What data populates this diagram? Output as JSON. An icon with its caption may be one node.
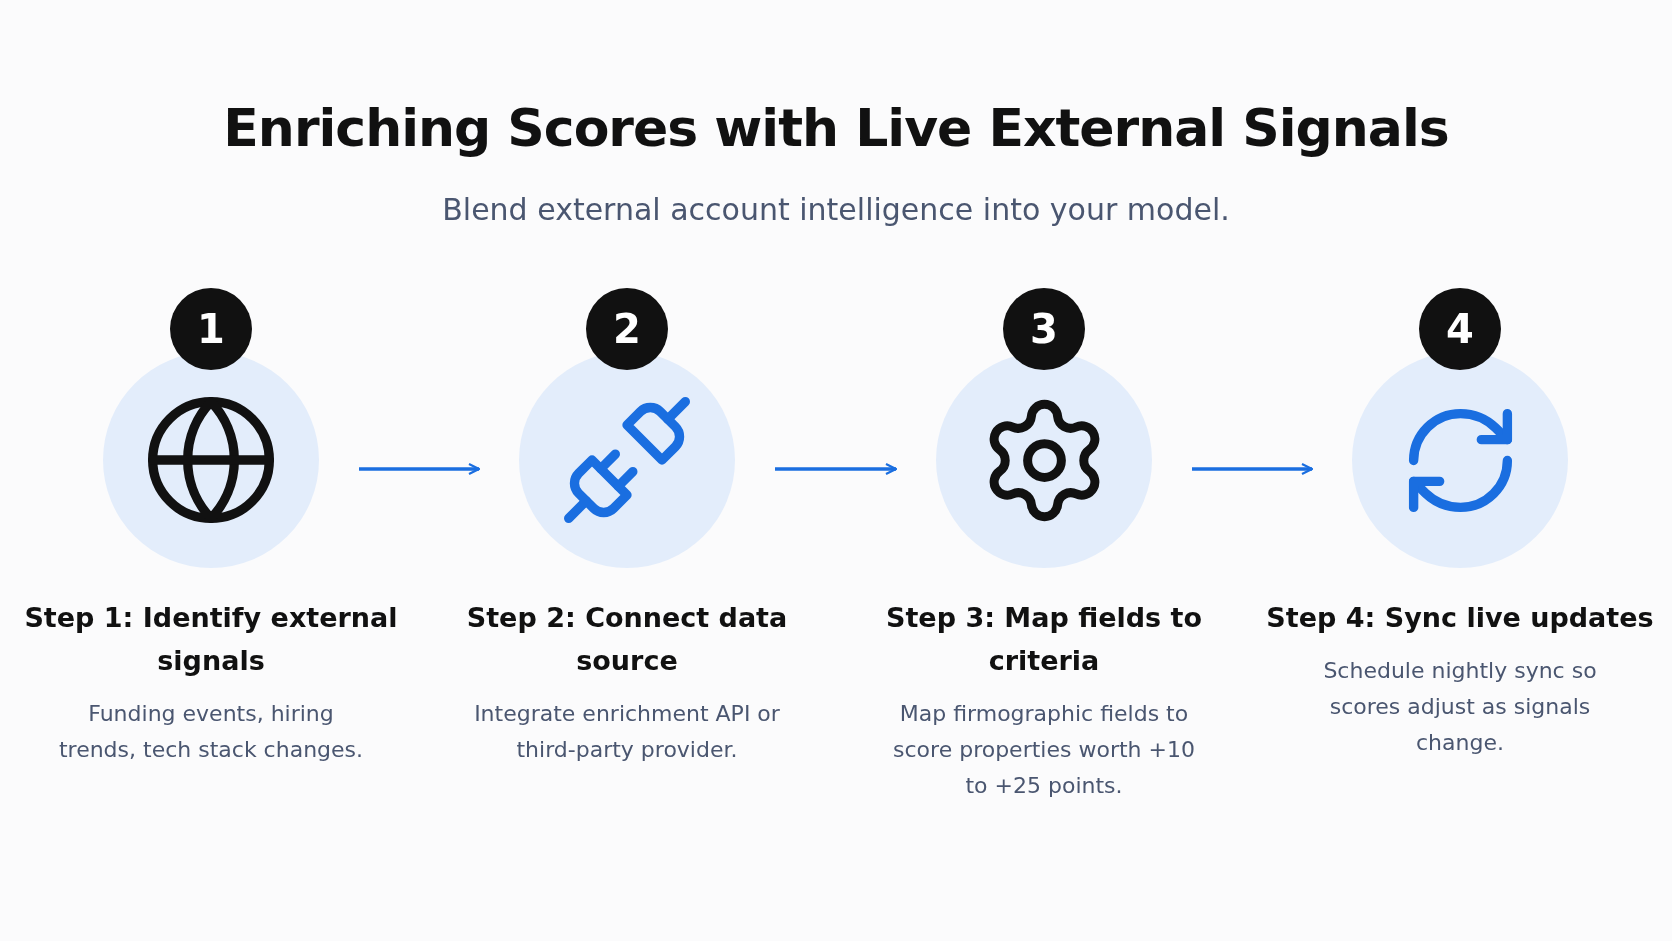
{
  "diagram": {
    "title": "Enriching Scores with Live External Signals",
    "caption": "Blend external account intelligence into your model.",
    "nodes": [
      {
        "text": [
          "1",
          "Step 1: Identify external signals",
          "Funding events, hiring trends, tech stack changes."
        ]
      },
      {
        "text": [
          "2",
          "Step 2: Connect data source",
          "Integrate enrichment API or third-party provider."
        ]
      },
      {
        "text": [
          "3",
          "Step 3: Map fields to criteria",
          "Map firmographic fields to score properties worth +10 to +25 points."
        ]
      },
      {
        "text": [
          "4",
          "Step 4: Sync live updates",
          "Schedule nightly sync so scores adjust as signals change."
        ]
      }
    ],
    "edges": [
      {
        "from": 0,
        "to": 1,
        "arrow": "to"
      },
      {
        "from": 1,
        "to": 2,
        "arrow": "to"
      },
      {
        "from": 2,
        "to": 3,
        "arrow": "to"
      }
    ]
  }
}
